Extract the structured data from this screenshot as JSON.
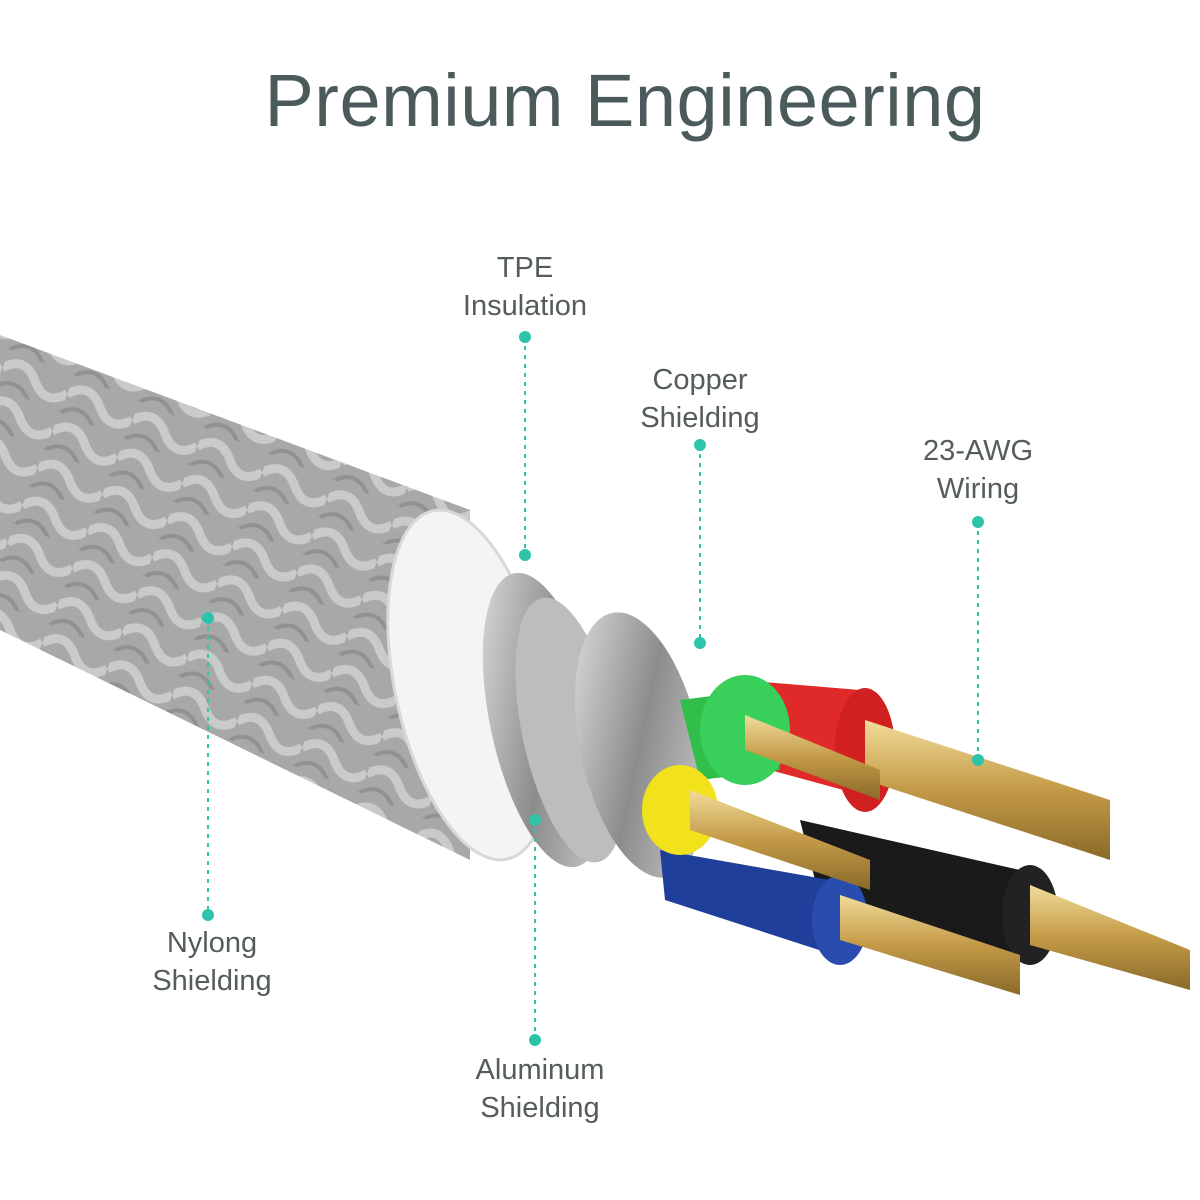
{
  "title": "Premium Engineering",
  "labels": {
    "tpe": [
      "TPE",
      "Insulation"
    ],
    "copper": [
      "Copper",
      "Shielding"
    ],
    "awg": [
      "23-AWG",
      "Wiring"
    ],
    "nylon": [
      "Nylong",
      "Shielding"
    ],
    "aluminum": [
      "Aluminum",
      "Shielding"
    ]
  },
  "colors": {
    "accent": "#2ec4aa",
    "text": "#555c5e",
    "wire_red": "#e02a2a",
    "wire_green": "#2fbf4a",
    "wire_yellow": "#f2e21c",
    "wire_blue": "#1f3f9a",
    "wire_black": "#1a1a1a",
    "copper": "#d7b46a"
  }
}
